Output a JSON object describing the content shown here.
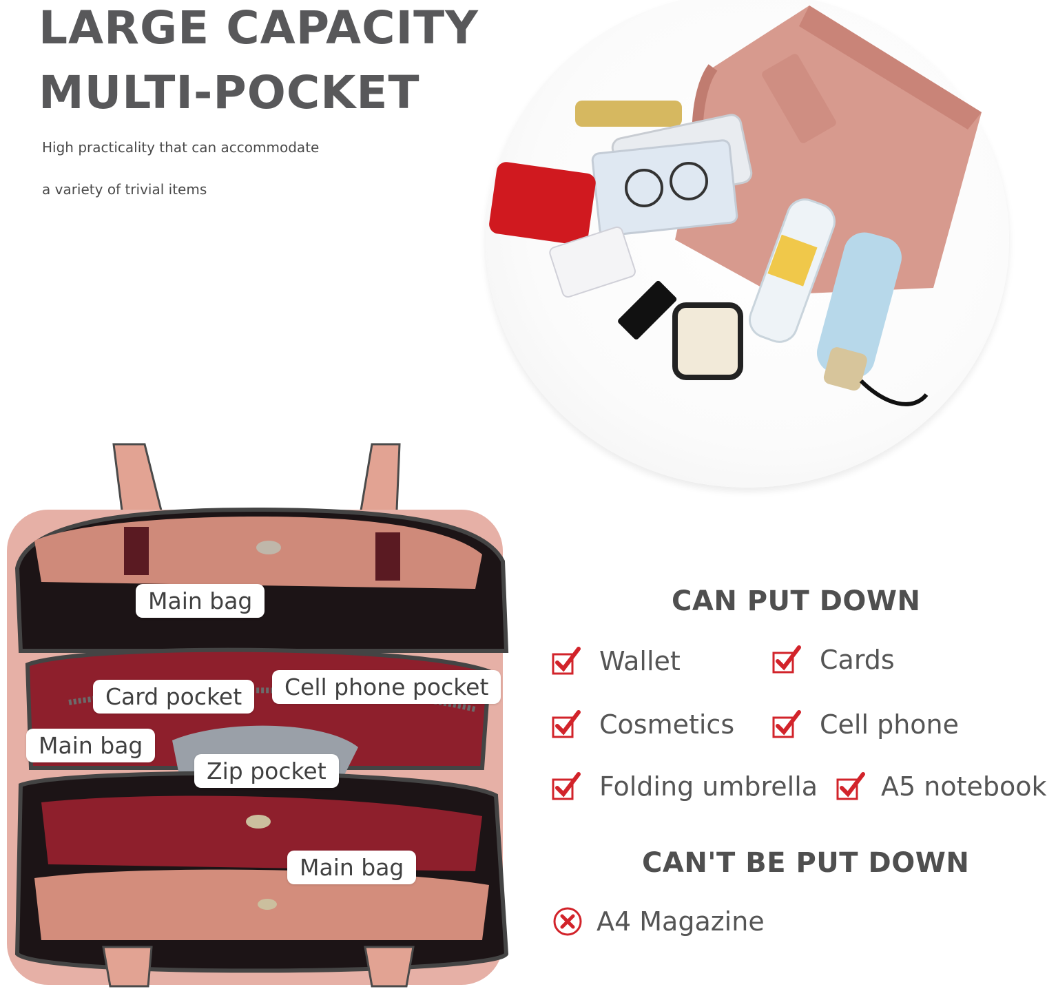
{
  "heading": {
    "line1": "LARGE CAPACITY",
    "line2": "MULTI-POCKET",
    "sub1": "High practicality that can accommodate",
    "sub2": "a variety of trivial items"
  },
  "pocket_labels": {
    "main_bag_top": "Main bag",
    "card_pocket": "Card pocket",
    "cell_phone_pocket": "Cell phone pocket",
    "main_bag_left": "Main bag",
    "zip_pocket": "Zip pocket",
    "main_bag_bottom": "Main bag"
  },
  "can_put_down": {
    "title": "CAN PUT DOWN",
    "items": [
      "Wallet",
      "Cards",
      "Cosmetics",
      "Cell phone",
      "Folding umbrella",
      "A5 notebook"
    ]
  },
  "cannot_put_down": {
    "title": "CAN'T BE PUT DOWN",
    "items": [
      "A4 Magazine"
    ]
  },
  "colors": {
    "accent_red": "#d2232a",
    "heading_gray": "#58585a",
    "bag_pink": "#d4948a"
  },
  "icons": {
    "check": "check-box-icon",
    "cross": "circle-x-icon"
  }
}
